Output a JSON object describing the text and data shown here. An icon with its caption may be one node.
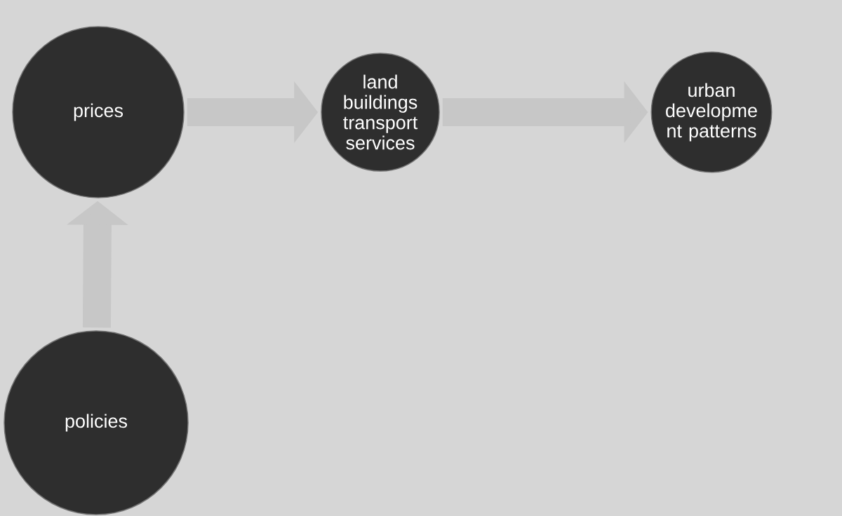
{
  "diagram": {
    "nodes": [
      {
        "text": [
          "prices"
        ]
      },
      {
        "text": [
          "land buildings transport services"
        ]
      },
      {
        "text": [
          "urban developme nt patterns"
        ]
      },
      {
        "text": [
          "policies"
        ]
      }
    ],
    "edges": [
      {
        "from": 0,
        "to": 1,
        "arrow": "to"
      },
      {
        "from": 1,
        "to": 2,
        "arrow": "to"
      },
      {
        "from": 3,
        "to": 0,
        "arrow": "to"
      }
    ]
  }
}
